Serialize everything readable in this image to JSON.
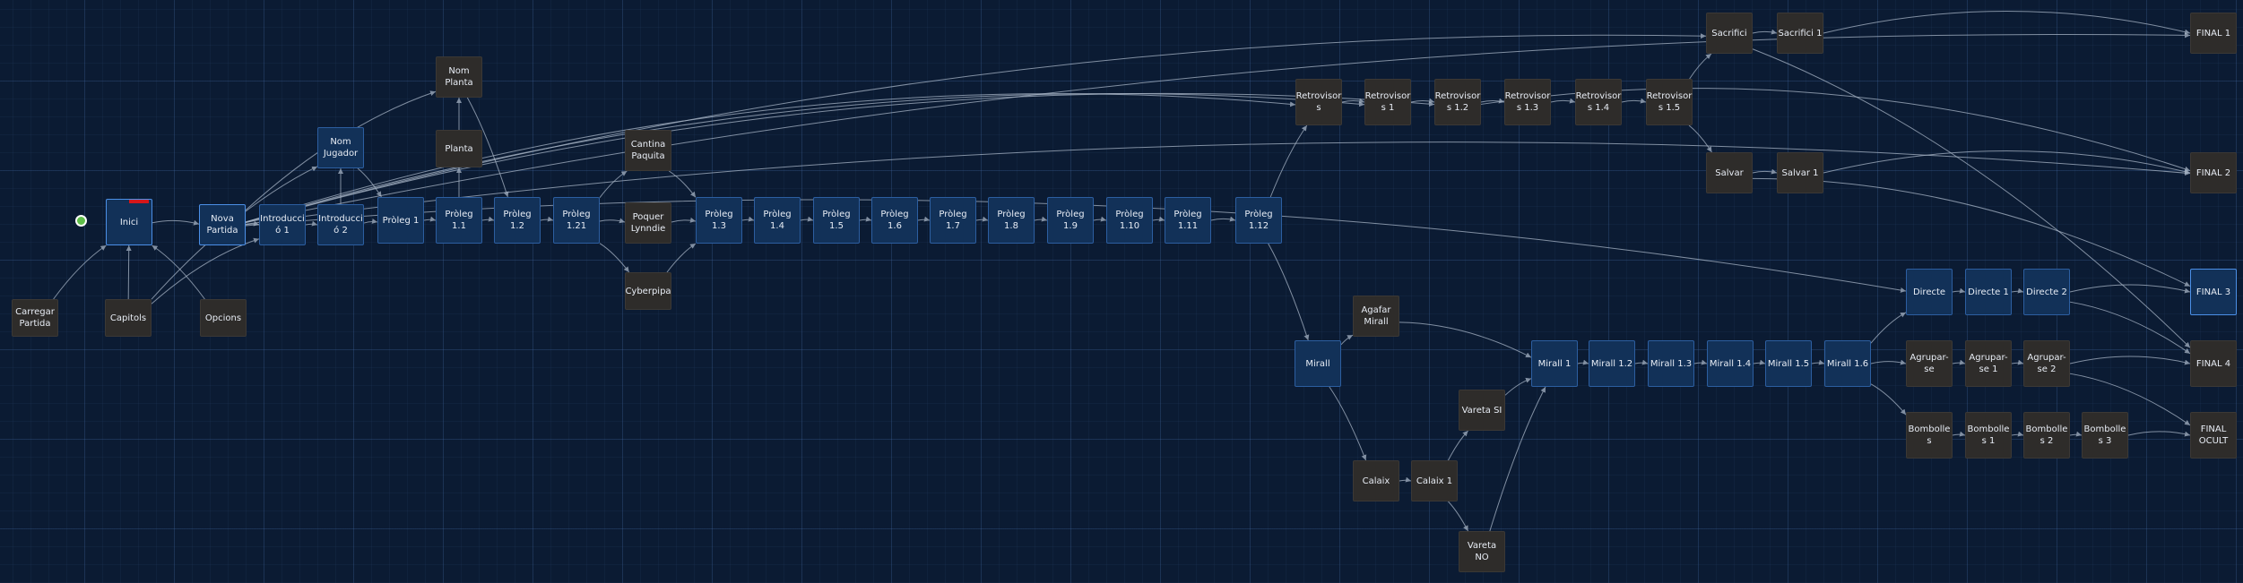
{
  "colors": {
    "background": "#0b1b33",
    "node_dark": "#2e2c2a",
    "node_blue": "#123158",
    "node_border": "#2c5ea0",
    "edge": "#a9b6c7",
    "start_marker": "#5fbe49",
    "selection_marker": "#d4171b"
  },
  "nodes": [
    {
      "id": "inici",
      "label": "Inici",
      "type": "blue"
    },
    {
      "id": "carregar",
      "label": "Carregar\nPartida",
      "type": "dark"
    },
    {
      "id": "capitols",
      "label": "Capitols",
      "type": "dark"
    },
    {
      "id": "opcions",
      "label": "Opcions",
      "type": "dark"
    },
    {
      "id": "nova",
      "label": "Nova\nPartida",
      "type": "blue"
    },
    {
      "id": "intro1",
      "label": "Introducci\nó 1",
      "type": "blue"
    },
    {
      "id": "intro2",
      "label": "Introducci\nó 2",
      "type": "blue"
    },
    {
      "id": "nomjug",
      "label": "Nom\nJugador",
      "type": "blue"
    },
    {
      "id": "nomplanta",
      "label": "Nom\nPlanta",
      "type": "dark"
    },
    {
      "id": "planta",
      "label": "Planta",
      "type": "dark"
    },
    {
      "id": "p1",
      "label": "Pròleg 1",
      "type": "blue"
    },
    {
      "id": "p11",
      "label": "Pròleg 1.1",
      "type": "blue"
    },
    {
      "id": "p12",
      "label": "Pròleg 1.2",
      "type": "blue"
    },
    {
      "id": "p121",
      "label": "Pròleg\n1.21",
      "type": "blue"
    },
    {
      "id": "cantina",
      "label": "Cantina\nPaquita",
      "type": "dark"
    },
    {
      "id": "poquer",
      "label": "Poquer\nLynndie",
      "type": "dark"
    },
    {
      "id": "cyber",
      "label": "Cyberpipa",
      "type": "dark"
    },
    {
      "id": "p13",
      "label": "Pròleg 1.3",
      "type": "blue"
    },
    {
      "id": "p14",
      "label": "Pròleg 1.4",
      "type": "blue"
    },
    {
      "id": "p15",
      "label": "Pròleg 1.5",
      "type": "blue"
    },
    {
      "id": "p16",
      "label": "Pròleg 1.6",
      "type": "blue"
    },
    {
      "id": "p17",
      "label": "Pròleg 1.7",
      "type": "blue"
    },
    {
      "id": "p18",
      "label": "Pròleg 1.8",
      "type": "blue"
    },
    {
      "id": "p19",
      "label": "Pròleg 1.9",
      "type": "blue"
    },
    {
      "id": "p110",
      "label": "Pròleg\n1.10",
      "type": "blue"
    },
    {
      "id": "p111",
      "label": "Pròleg\n1.11",
      "type": "blue"
    },
    {
      "id": "p112",
      "label": "Pròleg\n1.12",
      "type": "blue"
    },
    {
      "id": "retro",
      "label": "Retrovisor\ns",
      "type": "dark"
    },
    {
      "id": "retro1",
      "label": "Retrovisor\ns 1",
      "type": "dark"
    },
    {
      "id": "retro12",
      "label": "Retrovisor\ns 1.2",
      "type": "dark"
    },
    {
      "id": "retro13",
      "label": "Retrovisor\ns 1.3",
      "type": "dark"
    },
    {
      "id": "retro14",
      "label": "Retrovisor\ns 1.4",
      "type": "dark"
    },
    {
      "id": "retro15",
      "label": "Retrovisor\ns 1.5",
      "type": "dark"
    },
    {
      "id": "sacrifici",
      "label": "Sacrifici",
      "type": "dark"
    },
    {
      "id": "sacrifici1",
      "label": "Sacrifici 1",
      "type": "dark"
    },
    {
      "id": "salvar",
      "label": "Salvar",
      "type": "dark"
    },
    {
      "id": "salvar1",
      "label": "Salvar 1",
      "type": "dark"
    },
    {
      "id": "final1",
      "label": "FINAL 1",
      "type": "dark"
    },
    {
      "id": "final2",
      "label": "FINAL 2",
      "type": "dark"
    },
    {
      "id": "mirall",
      "label": "Mirall",
      "type": "blue"
    },
    {
      "id": "agafar",
      "label": "Agafar\nMirall",
      "type": "dark"
    },
    {
      "id": "calaix",
      "label": "Calaix",
      "type": "dark"
    },
    {
      "id": "calaix1",
      "label": "Calaix 1",
      "type": "dark"
    },
    {
      "id": "varetasi",
      "label": "Vareta SI",
      "type": "dark"
    },
    {
      "id": "varetano",
      "label": "Vareta NO",
      "type": "dark"
    },
    {
      "id": "m1",
      "label": "Mirall 1",
      "type": "blue"
    },
    {
      "id": "m12",
      "label": "Mirall 1.2",
      "type": "blue"
    },
    {
      "id": "m13",
      "label": "Mirall 1.3",
      "type": "blue"
    },
    {
      "id": "m14",
      "label": "Mirall 1.4",
      "type": "blue"
    },
    {
      "id": "m15",
      "label": "Mirall 1.5",
      "type": "blue"
    },
    {
      "id": "m16",
      "label": "Mirall 1.6",
      "type": "blue"
    },
    {
      "id": "directe",
      "label": "Directe",
      "type": "blue"
    },
    {
      "id": "directe1",
      "label": "Directe 1",
      "type": "blue"
    },
    {
      "id": "directe2",
      "label": "Directe 2",
      "type": "blue"
    },
    {
      "id": "final3",
      "label": "FINAL 3",
      "type": "blue"
    },
    {
      "id": "agrupar",
      "label": "Agrupar-\nse",
      "type": "dark"
    },
    {
      "id": "agrupar1",
      "label": "Agrupar-\nse 1",
      "type": "dark"
    },
    {
      "id": "agrupar2",
      "label": "Agrupar-\nse 2",
      "type": "dark"
    },
    {
      "id": "final4",
      "label": "FINAL 4",
      "type": "dark"
    },
    {
      "id": "bomb",
      "label": "Bombolle\ns",
      "type": "dark"
    },
    {
      "id": "bomb1",
      "label": "Bombolle\ns 1",
      "type": "dark"
    },
    {
      "id": "bomb2",
      "label": "Bombolle\ns 2",
      "type": "dark"
    },
    {
      "id": "bomb3",
      "label": "Bombolle\ns 3",
      "type": "dark"
    },
    {
      "id": "finalocult",
      "label": "FINAL\nOCULT",
      "type": "dark"
    }
  ],
  "edges": [
    [
      "carregar",
      "inici"
    ],
    [
      "capitols",
      "inici"
    ],
    [
      "opcions",
      "inici"
    ],
    [
      "inici",
      "nova"
    ],
    [
      "nova",
      "intro1"
    ],
    [
      "intro1",
      "intro2"
    ],
    [
      "intro2",
      "nomjug"
    ],
    [
      "nomjug",
      "p1"
    ],
    [
      "intro2",
      "p1"
    ],
    [
      "p1",
      "p11"
    ],
    [
      "p11",
      "planta"
    ],
    [
      "planta",
      "nomplanta"
    ],
    [
      "nomplanta",
      "p12"
    ],
    [
      "p11",
      "p12"
    ],
    [
      "p12",
      "p121"
    ],
    [
      "p121",
      "cantina"
    ],
    [
      "p121",
      "poquer"
    ],
    [
      "p121",
      "cyber"
    ],
    [
      "cantina",
      "p13"
    ],
    [
      "poquer",
      "p13"
    ],
    [
      "cyber",
      "p13"
    ],
    [
      "p13",
      "p14"
    ],
    [
      "p14",
      "p15"
    ],
    [
      "p15",
      "p16"
    ],
    [
      "p16",
      "p17"
    ],
    [
      "p17",
      "p18"
    ],
    [
      "p18",
      "p19"
    ],
    [
      "p19",
      "p110"
    ],
    [
      "p110",
      "p111"
    ],
    [
      "p111",
      "p112"
    ],
    [
      "p112",
      "retro"
    ],
    [
      "p112",
      "mirall"
    ],
    [
      "retro",
      "retro1"
    ],
    [
      "retro1",
      "retro12"
    ],
    [
      "retro12",
      "retro13"
    ],
    [
      "retro13",
      "retro14"
    ],
    [
      "retro14",
      "retro15"
    ],
    [
      "retro15",
      "sacrifici"
    ],
    [
      "retro15",
      "salvar"
    ],
    [
      "sacrifici",
      "sacrifici1"
    ],
    [
      "sacrifici1",
      "final1"
    ],
    [
      "salvar",
      "salvar1"
    ],
    [
      "salvar1",
      "final2"
    ],
    [
      "mirall",
      "agafar"
    ],
    [
      "mirall",
      "calaix"
    ],
    [
      "agafar",
      "m1"
    ],
    [
      "calaix",
      "calaix1"
    ],
    [
      "calaix1",
      "varetasi"
    ],
    [
      "calaix1",
      "varetano"
    ],
    [
      "varetasi",
      "m1"
    ],
    [
      "varetano",
      "m1"
    ],
    [
      "m1",
      "m12"
    ],
    [
      "m12",
      "m13"
    ],
    [
      "m13",
      "m14"
    ],
    [
      "m14",
      "m15"
    ],
    [
      "m15",
      "m16"
    ],
    [
      "m16",
      "directe"
    ],
    [
      "m16",
      "agrupar"
    ],
    [
      "m16",
      "bomb"
    ],
    [
      "directe",
      "directe1"
    ],
    [
      "directe1",
      "directe2"
    ],
    [
      "directe2",
      "final3"
    ],
    [
      "agrupar",
      "agrupar1"
    ],
    [
      "agrupar1",
      "agrupar2"
    ],
    [
      "agrupar2",
      "final4"
    ],
    [
      "bomb",
      "bomb1"
    ],
    [
      "bomb1",
      "bomb2"
    ],
    [
      "bomb2",
      "bomb3"
    ],
    [
      "bomb3",
      "finalocult"
    ],
    [
      "nova",
      "nomplanta"
    ],
    [
      "nova",
      "retro"
    ],
    [
      "nova",
      "retro1"
    ],
    [
      "nova",
      "final1"
    ],
    [
      "nova",
      "sacrifici"
    ],
    [
      "capitols",
      "nomjug"
    ],
    [
      "capitols",
      "intro1"
    ],
    [
      "nova",
      "directe"
    ],
    [
      "nova",
      "retro12"
    ],
    [
      "nova",
      "final2"
    ],
    [
      "salvar",
      "final3"
    ],
    [
      "sacrifici",
      "final4"
    ],
    [
      "retro12",
      "final2"
    ],
    [
      "directe2",
      "final4"
    ],
    [
      "agrupar2",
      "finalocult"
    ]
  ]
}
